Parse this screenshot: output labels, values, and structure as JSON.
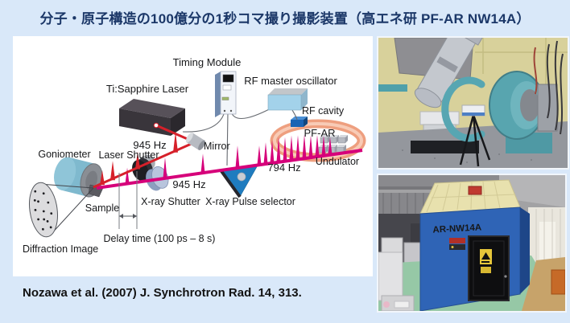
{
  "title": "分子・原子構造の100億分の1秒コマ撮り撮影装置（高エネ研 PF-AR NW14A）",
  "citation": "Nozawa et al. (2007) J. Synchrotron Rad. 14, 313.",
  "diagram": {
    "labels": {
      "timing_module": "Timing Module",
      "ti_sapphire_laser": "Ti:Sapphire Laser",
      "rf_master_oscillator": "RF master oscillator",
      "rf_cavity": "RF cavity",
      "pf_ar": "PF-AR",
      "undulator": "Undulator",
      "undulator_rate": "794 Hz",
      "mirror": "Mirror",
      "laser_rate": "945 Hz",
      "laser_shutter": "Laser Shutter",
      "goniometer": "Goniometer",
      "sample": "Sample",
      "xray_rate": "945 Hz",
      "xray_shutter": "X-ray Shutter",
      "xray_pulse_selector": "X-ray Pulse selector",
      "delay_time": "Delay time (100 ps – 8 s)",
      "diffraction_image": "Diffraction Image"
    },
    "colors": {
      "laser_beam": "#D6202A",
      "xray_beam": "#D6007A",
      "storage_ring": "#EE9F7F",
      "pulse_selector": "#1F7CBF"
    }
  },
  "photos": {
    "hutch_label": "AR-NW14A"
  }
}
